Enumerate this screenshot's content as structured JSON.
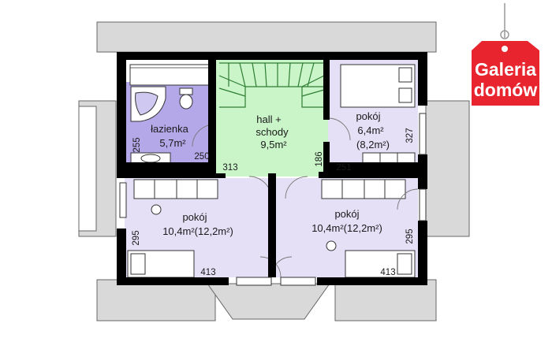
{
  "rooms": {
    "bathroom": {
      "name": "łazienka",
      "area": "5,7m²",
      "color": "#b4a8e8"
    },
    "hall": {
      "name": "hall +",
      "name2": "schody",
      "area": "9,5m²",
      "color": "#c9f5c9"
    },
    "room_small": {
      "name": "pokój",
      "area": "6,4m²",
      "area2": "(8,2m²)",
      "color": "#e6e0f7"
    },
    "room_left": {
      "name": "pokój",
      "area": "10,4m²(12,2m²)",
      "color": "#e6e0f7"
    },
    "room_right": {
      "name": "pokój",
      "area": "10,4m²(12,2m²)",
      "color": "#e6e0f7"
    }
  },
  "dimensions": {
    "bath_height": "255",
    "bath_width": "250",
    "hall_width": "313",
    "hall_height": "186",
    "small_width": "251",
    "small_height": "327",
    "left_height": "295",
    "left_width": "413",
    "right_height": "295",
    "right_width": "413"
  },
  "badge": {
    "line1": "Galeria",
    "line2": "domów",
    "color": "#e8242e"
  }
}
